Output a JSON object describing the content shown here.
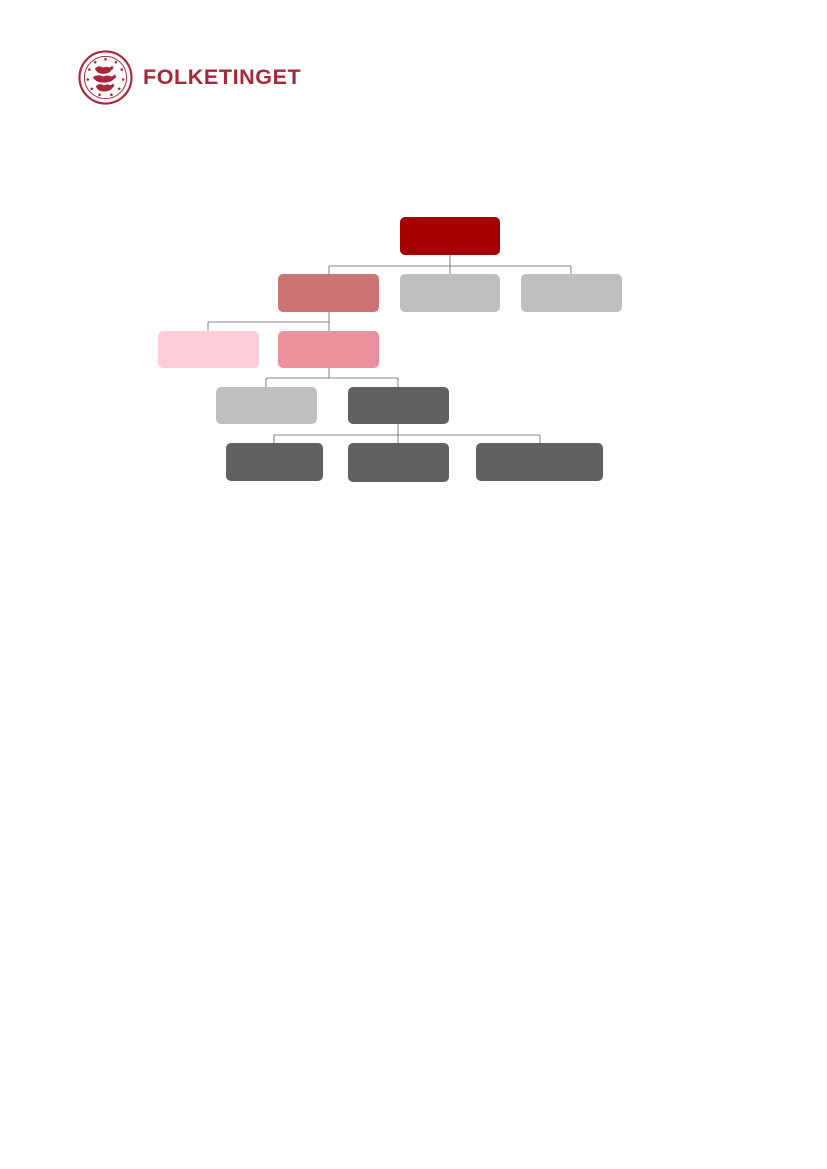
{
  "header": {
    "logo_text": "FOLKETINGET",
    "seal_icon": "danish-lions-seal-icon",
    "brand_color": "#A8283A"
  },
  "org_chart": {
    "colors": {
      "top": "#A50000",
      "level1_active": "#CD7275",
      "neutral": "#BFBFBF",
      "light_pink": "#FFCCD8",
      "pink": "#ED909D",
      "dark_gray": "#616161",
      "connector": "#606060"
    },
    "nodes": [
      {
        "id": "top",
        "level": 0,
        "color": "top"
      },
      {
        "id": "l1-left",
        "level": 1,
        "color": "level1_active"
      },
      {
        "id": "l1-mid",
        "level": 1,
        "color": "neutral"
      },
      {
        "id": "l1-right",
        "level": 1,
        "color": "neutral"
      },
      {
        "id": "l2-left",
        "level": 2,
        "color": "light_pink"
      },
      {
        "id": "l2-right",
        "level": 2,
        "color": "pink"
      },
      {
        "id": "l3-left",
        "level": 3,
        "color": "neutral"
      },
      {
        "id": "l3-right",
        "level": 3,
        "color": "dark_gray"
      },
      {
        "id": "l4-left",
        "level": 4,
        "color": "dark_gray"
      },
      {
        "id": "l4-mid",
        "level": 4,
        "color": "dark_gray"
      },
      {
        "id": "l4-right",
        "level": 4,
        "color": "dark_gray"
      }
    ]
  }
}
